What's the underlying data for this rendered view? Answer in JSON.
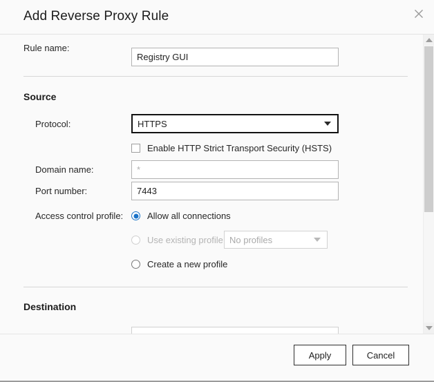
{
  "dialog": {
    "title": "Add Reverse Proxy Rule",
    "close_icon": "close-icon"
  },
  "form": {
    "rule_name": {
      "label": "Rule name:",
      "value": "Registry GUI",
      "placeholder": ""
    },
    "source": {
      "section_title": "Source",
      "protocol": {
        "label": "Protocol:",
        "value": "HTTPS",
        "caret_icon": "chevron-down-icon"
      },
      "hsts": {
        "label": "Enable HTTP Strict Transport Security (HSTS)",
        "checked": "false"
      },
      "domain_name": {
        "label": "Domain name:",
        "value": "",
        "placeholder": "*"
      },
      "port_number": {
        "label": "Port number:",
        "value": "7443",
        "placeholder": ""
      },
      "access_control": {
        "label": "Access control profile:",
        "options": [
          {
            "label": "Allow all connections",
            "selected": "true",
            "disabled": "false"
          },
          {
            "label": "Use existing profile",
            "selected": "false",
            "disabled": "true"
          },
          {
            "label": "Create a new profile",
            "selected": "false",
            "disabled": "false"
          }
        ],
        "profile_select": {
          "value": "No profiles",
          "disabled": "true",
          "caret_icon": "chevron-down-icon"
        }
      }
    },
    "destination": {
      "section_title": "Destination"
    }
  },
  "scrollbar": {
    "up_icon": "triangle-up-icon",
    "down_icon": "triangle-down-icon"
  },
  "footer": {
    "apply_label": "Apply",
    "cancel_label": "Cancel"
  },
  "colors": {
    "accent": "#1a73c8",
    "background": "#fafafa",
    "field_background": "#ffffff",
    "border": "#b3b3b3",
    "text": "#262626",
    "disabled_text": "#b4b4b4"
  }
}
